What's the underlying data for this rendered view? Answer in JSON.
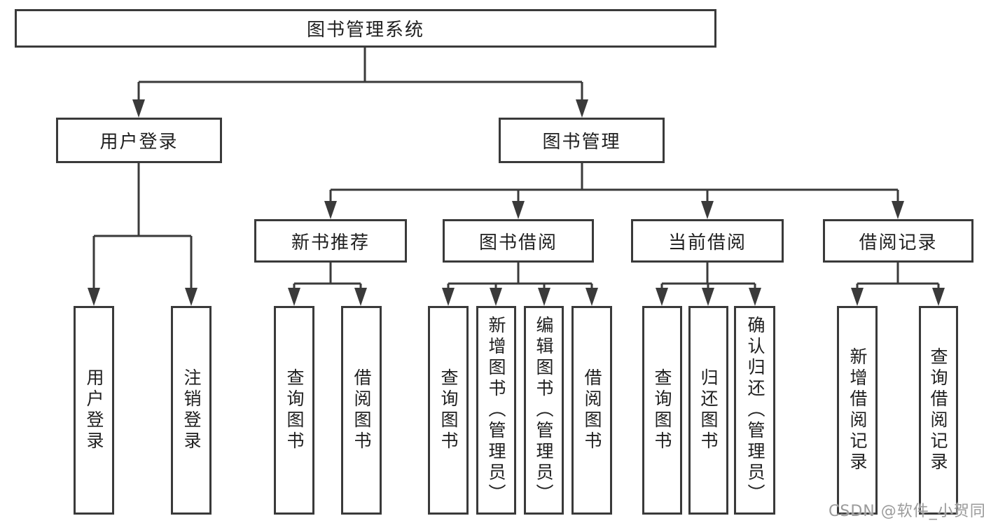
{
  "diagram": {
    "root": "图书管理系统",
    "level2": [
      "用户登录",
      "图书管理"
    ],
    "level3": [
      "新书推荐",
      "图书借阅",
      "当前借阅",
      "借阅记录"
    ],
    "leaves": [
      "用户登录",
      "注销登录",
      "查询图书",
      "借阅图书",
      "查询图书",
      "新增图书（管理员）",
      "编辑图书（管理员）",
      "借阅图书",
      "查询图书",
      "归还图书",
      "确认归还（管理员）",
      "新增借阅记录",
      "查询借阅记录"
    ],
    "watermark": "CSDN @软件_小贺同学",
    "colors": {
      "line": "#3a3a3a",
      "box_border": "#3a3a3a",
      "text": "#1f1f1f",
      "background": "#ffffff",
      "watermark": "#9b9b9b"
    }
  }
}
